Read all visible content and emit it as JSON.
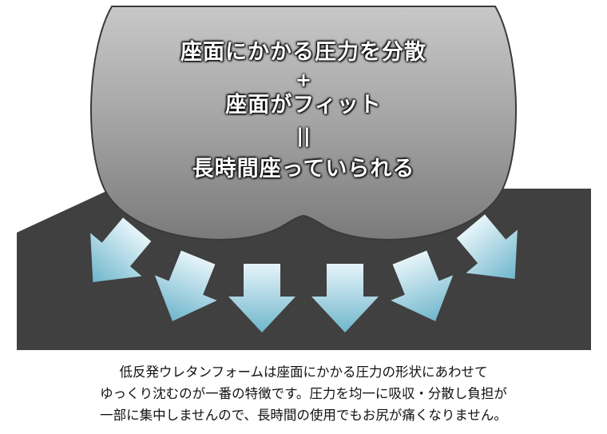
{
  "headline": {
    "line1": "座面にかかる圧力を分散",
    "plus": "+",
    "line2": "座面がフィット",
    "equals": "||",
    "line3": "長時間座っていられる"
  },
  "caption": {
    "line1": "低反発ウレタンフォームは座面にかかる圧力の形状にあわせて",
    "line2": "ゆっくり沈むのが一番の特徴です。圧力を均一に吸収・分散し負担が",
    "line3": "一部に集中しませんので、長時間の使用でもお尻が痛くなりません。"
  },
  "colors": {
    "cushion": "#404040",
    "body_top": "#c8c8c8",
    "body_bottom": "#7a7a7a",
    "arrow_top": "#e6f4f9",
    "arrow_bottom": "#6fb6cc",
    "caption_text": "#111111"
  },
  "icons": [
    "pressure-arrow-icon"
  ]
}
